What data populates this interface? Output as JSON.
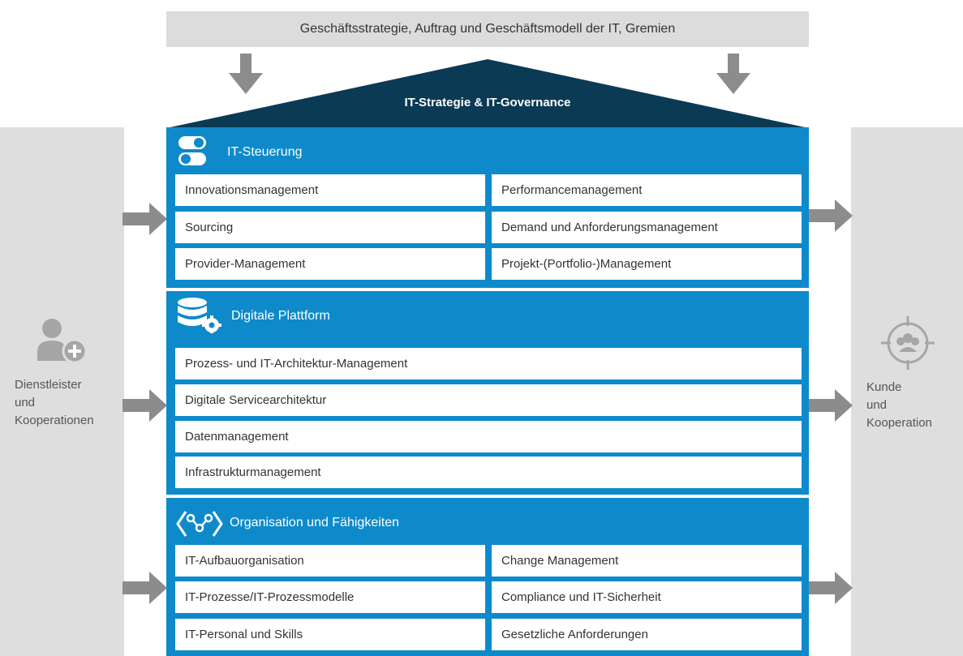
{
  "header": {
    "title": "Geschäftsstrategie, Auftrag und Geschäftsmodell der IT, Gremien"
  },
  "roof": {
    "label": "IT-Strategie & IT-Governance"
  },
  "left_panel": {
    "lines": [
      "Dienstleister",
      "und",
      "Kooperationen"
    ],
    "icon": "person-add-icon"
  },
  "right_panel": {
    "lines": [
      "Kunde",
      "und",
      "Kooperation"
    ],
    "icon": "group-target-icon"
  },
  "sections": [
    {
      "title": "IT-Steuerung",
      "icon": "toggle-icon",
      "left": [
        "Innovationsmanagement",
        "Sourcing",
        "Provider-Management"
      ],
      "right": [
        "Performancemanagement",
        "Demand und Anforderungsmanagement",
        "Projekt-(Portfolio-)Management"
      ]
    },
    {
      "title": "Digitale Plattform",
      "icon": "database-gear-icon",
      "items": [
        "Prozess- und IT-Architektur-Management",
        "Digitale Servicearchitektur",
        "Datenmanagement",
        "Infrastrukturmanagement"
      ]
    },
    {
      "title": "Organisation und Fähigkeiten",
      "icon": "network-icon",
      "left": [
        "IT-Aufbauorganisation",
        "IT-Prozesse/IT-Prozessmodelle",
        "IT-Personal und Skills"
      ],
      "right": [
        "Change Management",
        "Compliance und IT-Sicherheit",
        "Gesetzliche Anforderungen"
      ]
    }
  ],
  "colors": {
    "blue": "#0e8acb",
    "dark_blue": "#0b3a54",
    "grey": "#dedede",
    "arrow": "#8c8c8c"
  }
}
